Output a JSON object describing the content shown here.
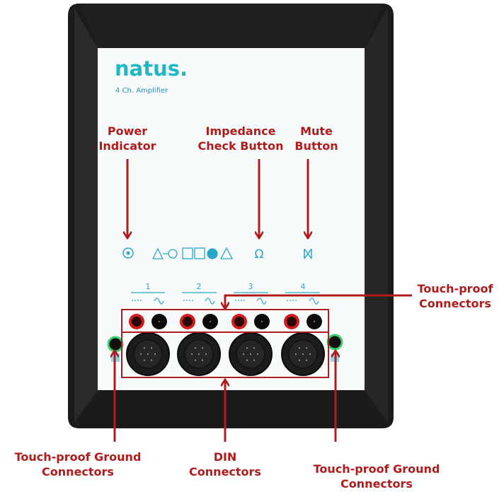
{
  "device": {
    "brand": "natus.",
    "model": "4 Ch. Amplifier",
    "channels": [
      "1",
      "2",
      "3",
      "4"
    ],
    "icons": {
      "power": "power-indicator-icon",
      "impedance": "Ω",
      "mute": "mute-icon"
    }
  },
  "labels": {
    "power": [
      "Power",
      "Indicator"
    ],
    "impedance": [
      "Impedance",
      "Check Button"
    ],
    "mute": [
      "Mute",
      "Button"
    ],
    "touchproof": [
      "Touch-proof",
      "Connectors"
    ],
    "ground_left": [
      "Touch-proof Ground",
      "Connectors"
    ],
    "din": [
      "DIN",
      "Connectors"
    ],
    "ground_right": [
      "Touch-proof Ground",
      "Connectors"
    ]
  },
  "colors": {
    "annotation": "#b01c1c",
    "brand": "#1fc6c8",
    "body": "#1b1b1b"
  }
}
